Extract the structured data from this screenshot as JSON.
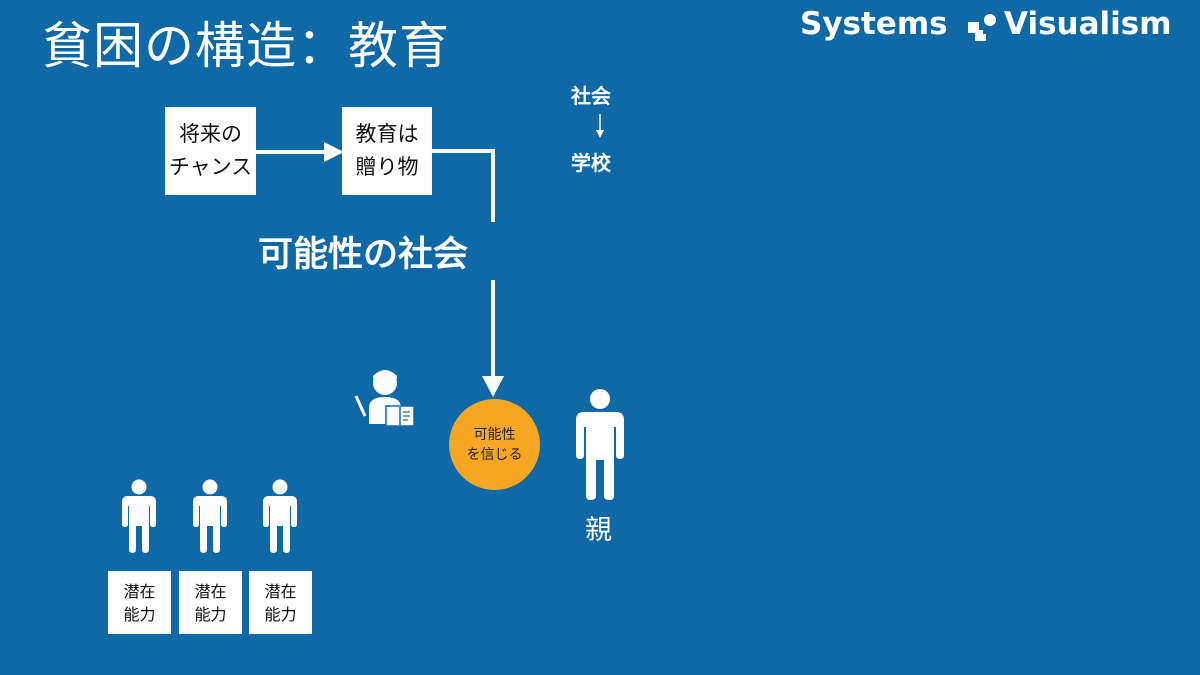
{
  "title": "貧困の構造：教育",
  "logo": {
    "word1": "Systems",
    "word2": "Visualism",
    "icon": "systems-visualism-logo-icon"
  },
  "flow": {
    "chance": {
      "line1": "将来の",
      "line2": "チャンス"
    },
    "gift": {
      "line1": "教育は",
      "line2": "贈り物"
    },
    "society_label": "可能性の社会",
    "belief": {
      "line1": "可能性",
      "line2": "を信じる"
    }
  },
  "hierarchy": {
    "top": "社会",
    "bottom": "学校"
  },
  "teacher_icon": "teacher-icon",
  "parent": {
    "label": "親",
    "icon": "person-icon"
  },
  "children": [
    {
      "line1": "潜在",
      "line2": "能力",
      "icon": "child-icon"
    },
    {
      "line1": "潜在",
      "line2": "能力",
      "icon": "child-icon"
    },
    {
      "line1": "潜在",
      "line2": "能力",
      "icon": "child-icon"
    }
  ],
  "colors": {
    "background": "#0f69a6",
    "accent": "#f5a623",
    "foreground": "#ffffff"
  }
}
